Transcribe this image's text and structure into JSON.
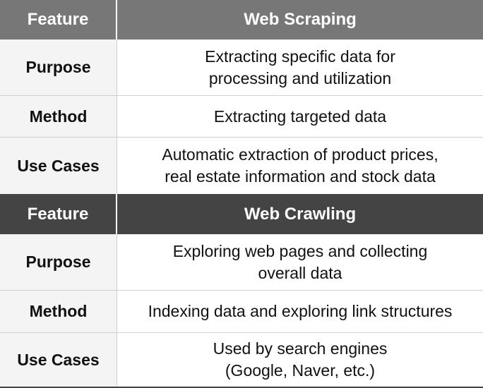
{
  "tables": [
    {
      "header": {
        "feature": "Feature",
        "topic": "Web Scraping"
      },
      "rows": [
        {
          "feature": "Purpose",
          "lines": [
            "Extracting specific data for",
            "processing and utilization"
          ]
        },
        {
          "feature": "Method",
          "lines": [
            "Extracting targeted data"
          ]
        },
        {
          "feature": "Use Cases",
          "lines": [
            "Automatic extraction of product prices,",
            "real estate information and stock data"
          ]
        }
      ]
    },
    {
      "header": {
        "feature": "Feature",
        "topic": "Web Crawling"
      },
      "rows": [
        {
          "feature": "Purpose",
          "lines": [
            "Exploring web pages and collecting",
            "overall data"
          ]
        },
        {
          "feature": "Method",
          "lines": [
            "Indexing data and exploring link structures"
          ]
        },
        {
          "feature": "Use Cases",
          "lines": [
            "Used by search engines",
            "(Google, Naver, etc.)"
          ]
        }
      ]
    }
  ],
  "colors": {
    "header_scraping": "#777777",
    "header_crawling": "#444444",
    "feature_cell_bg": "#f4f4f4",
    "divider": "#cfcfcf"
  }
}
